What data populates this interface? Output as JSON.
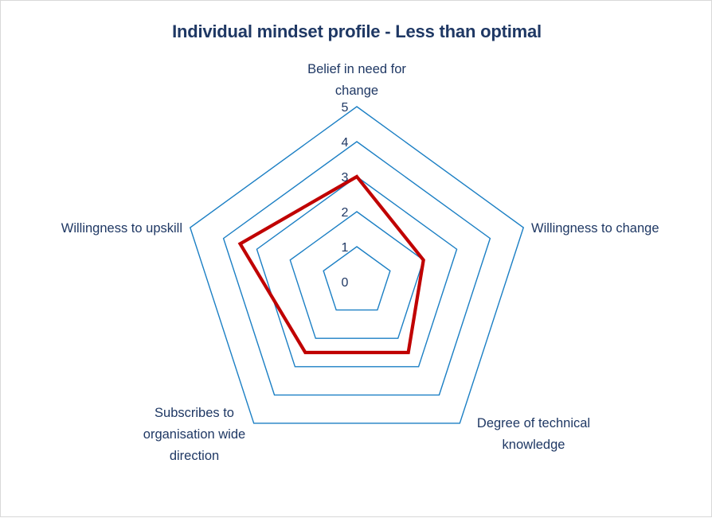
{
  "chart_data": {
    "type": "radar",
    "title": "Individual mindset profile - Less than optimal",
    "categories": [
      "Belief in need for change",
      "Willingness to change",
      "Degree of technical knowledge",
      "Subscribes to organisation wide direction",
      "Willingness to upskill"
    ],
    "series": [
      {
        "name": "Individual mindset profile",
        "values": [
          3,
          2,
          2.5,
          2.5,
          3.5
        ],
        "color": "#c00000"
      }
    ],
    "tick_labels": [
      "0",
      "1",
      "2",
      "3",
      "4",
      "5"
    ],
    "rlim": [
      0,
      5
    ],
    "grid": true,
    "grid_color": "#1b7fc4",
    "legend": "none",
    "xlabel": "",
    "ylabel": ""
  },
  "card": {
    "border_color": "#d8d8d8",
    "background": "#ffffff"
  },
  "text": {
    "title": "Individual mindset profile - Less than optimal",
    "title_color": "#1f3864",
    "axis_label_color": "#1f3864"
  },
  "axis_labels": {
    "top": {
      "line1": "Belief in need for",
      "line2": "change"
    },
    "right": {
      "line1": "Willingness to change"
    },
    "bottom_right": {
      "line1": "Degree of technical",
      "line2": "knowledge"
    },
    "bottom_left": {
      "line1": "Subscribes to",
      "line2": "organisation wide",
      "line3": "direction"
    },
    "left": {
      "line1": "Willingness to upskill"
    }
  },
  "ticks": {
    "t0": "0",
    "t1": "1",
    "t2": "2",
    "t3": "3",
    "t4": "4",
    "t5": "5"
  }
}
